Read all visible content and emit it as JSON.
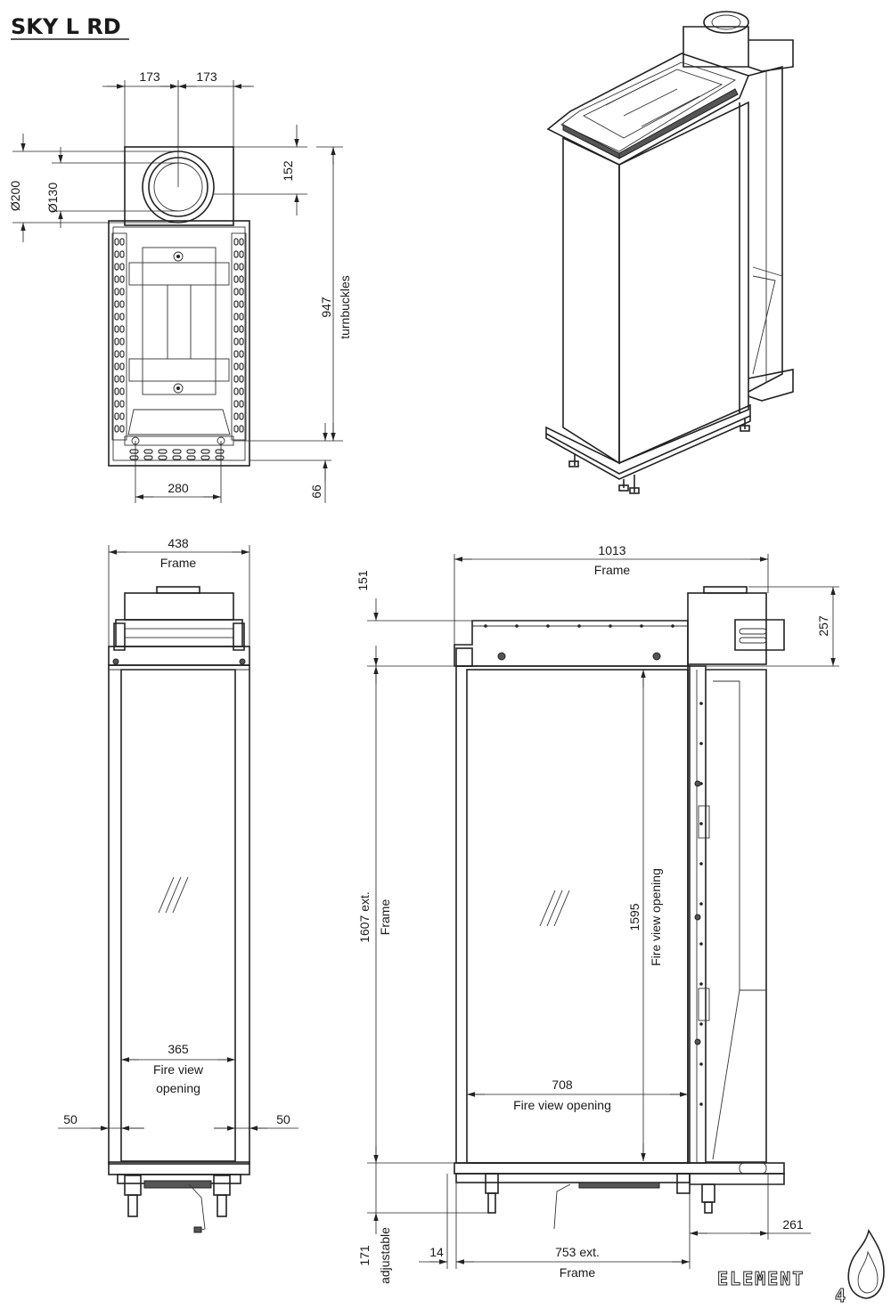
{
  "title": "SKY L RD",
  "top_view": {
    "dim_left_half": "173",
    "dim_right_half": "173",
    "dia_outer": "Ø200",
    "dia_inner": "Ø130",
    "dim_collar": "152",
    "dim_turnbuckles_value": "947",
    "dim_turnbuckles_label": "turnbuckles",
    "dim_width_inner": "280",
    "dim_bottom_offset": "66"
  },
  "front_view": {
    "frame_width_value": "438",
    "frame_width_label": "Frame",
    "fire_view_value": "365",
    "fire_view_label_line1": "Fire view",
    "fire_view_label_line2": "opening",
    "side_left": "50",
    "side_right": "50"
  },
  "side_view": {
    "frame_width_value": "1013",
    "frame_width_label": "Frame",
    "top_offset": "151",
    "collar_height": "257",
    "frame_height_value": "1607 ext.",
    "frame_height_label": "Frame",
    "fire_view_height_value": "1595",
    "fire_view_height_label": "Fire view opening",
    "fire_view_width_value": "708",
    "fire_view_width_label": "Fire view opening",
    "legs_value": "171",
    "legs_label": "adjustable",
    "small_offset": "14",
    "base_value": "753 ext.",
    "base_label": "Frame",
    "right_offset": "261"
  },
  "brand": "ELEMENT",
  "brand_suffix": "4"
}
